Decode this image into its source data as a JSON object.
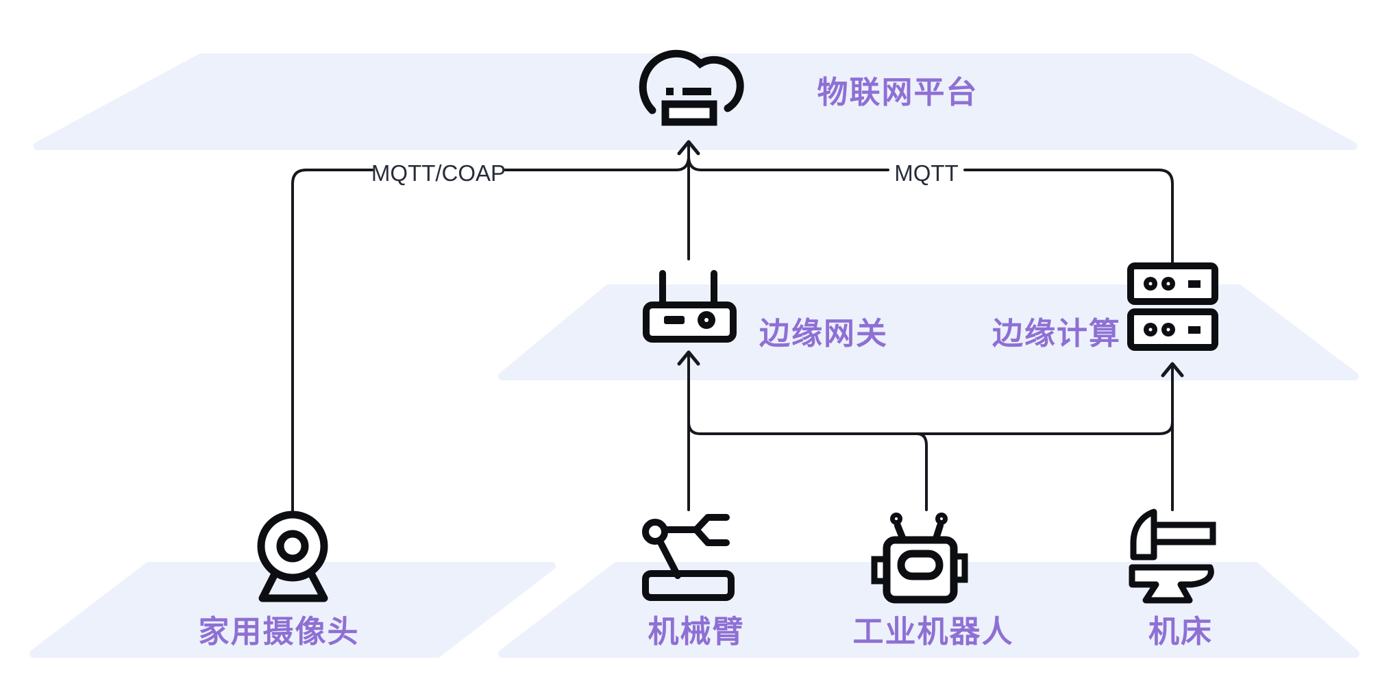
{
  "nodes": {
    "iot_platform": {
      "label": "物联网平台"
    },
    "edge_gateway": {
      "label": "边缘网关"
    },
    "edge_computing": {
      "label": "边缘计算"
    },
    "home_camera": {
      "label": "家用摄像头"
    },
    "robot_arm": {
      "label": "机械臂"
    },
    "industrial_robot": {
      "label": "工业机器人"
    },
    "machine_tool": {
      "label": "机床"
    }
  },
  "edges": {
    "camera_to_platform": {
      "protocol": "MQTT/COAP"
    },
    "edge_computing_to_platform": {
      "protocol": "MQTT"
    }
  },
  "icons": {
    "iot_platform": "cloud-server-icon",
    "edge_gateway": "router-icon",
    "edge_computing": "server-stack-icon",
    "home_camera": "webcam-icon",
    "robot_arm": "robot-arm-icon",
    "industrial_robot": "robot-head-icon",
    "machine_tool": "hammer-anvil-icon"
  },
  "colors": {
    "band": "#edf1fb",
    "node_label": "#8e70d4",
    "protocol_label": "#272c38",
    "line": "#16181d",
    "icon": "#0c0e12",
    "background": "#ffffff"
  }
}
